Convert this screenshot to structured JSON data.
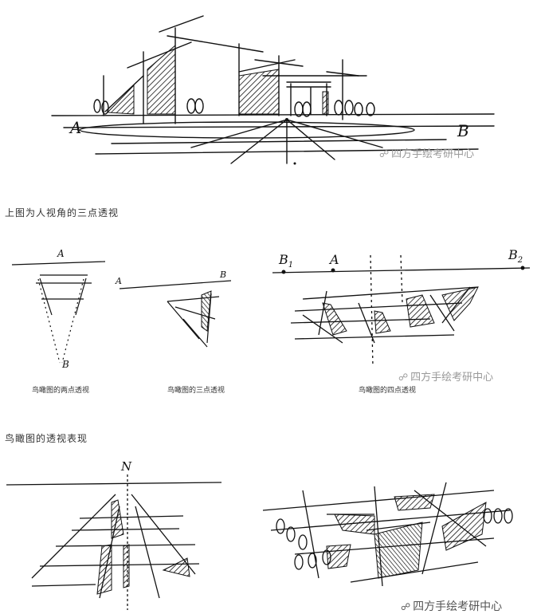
{
  "sketch1": {
    "label_a": "A",
    "label_b": "B",
    "watermark": "四方手绘考研中心"
  },
  "caption1": "上图为人视角的三点透视",
  "sketch2": {
    "two_point": {
      "label_top": "A",
      "label_bottom": "B",
      "caption": "鸟瞰图的两点透视"
    },
    "three_point": {
      "label_a": "A",
      "label_b": "B",
      "caption": "鸟瞰图的三点透视"
    },
    "four_point": {
      "label_b1": "B",
      "label_b1_sub": "1",
      "label_a": "A",
      "label_b2": "B",
      "label_b2_sub": "2",
      "caption": "鸟瞰图的四点透视"
    },
    "watermark": "四方手绘考研中心"
  },
  "caption2": "鸟瞰图的透视表现",
  "sketch3": {
    "label_top": "N",
    "watermark": "四方手绘考研中心"
  },
  "icons": {
    "watermark": "wechat-icon"
  }
}
